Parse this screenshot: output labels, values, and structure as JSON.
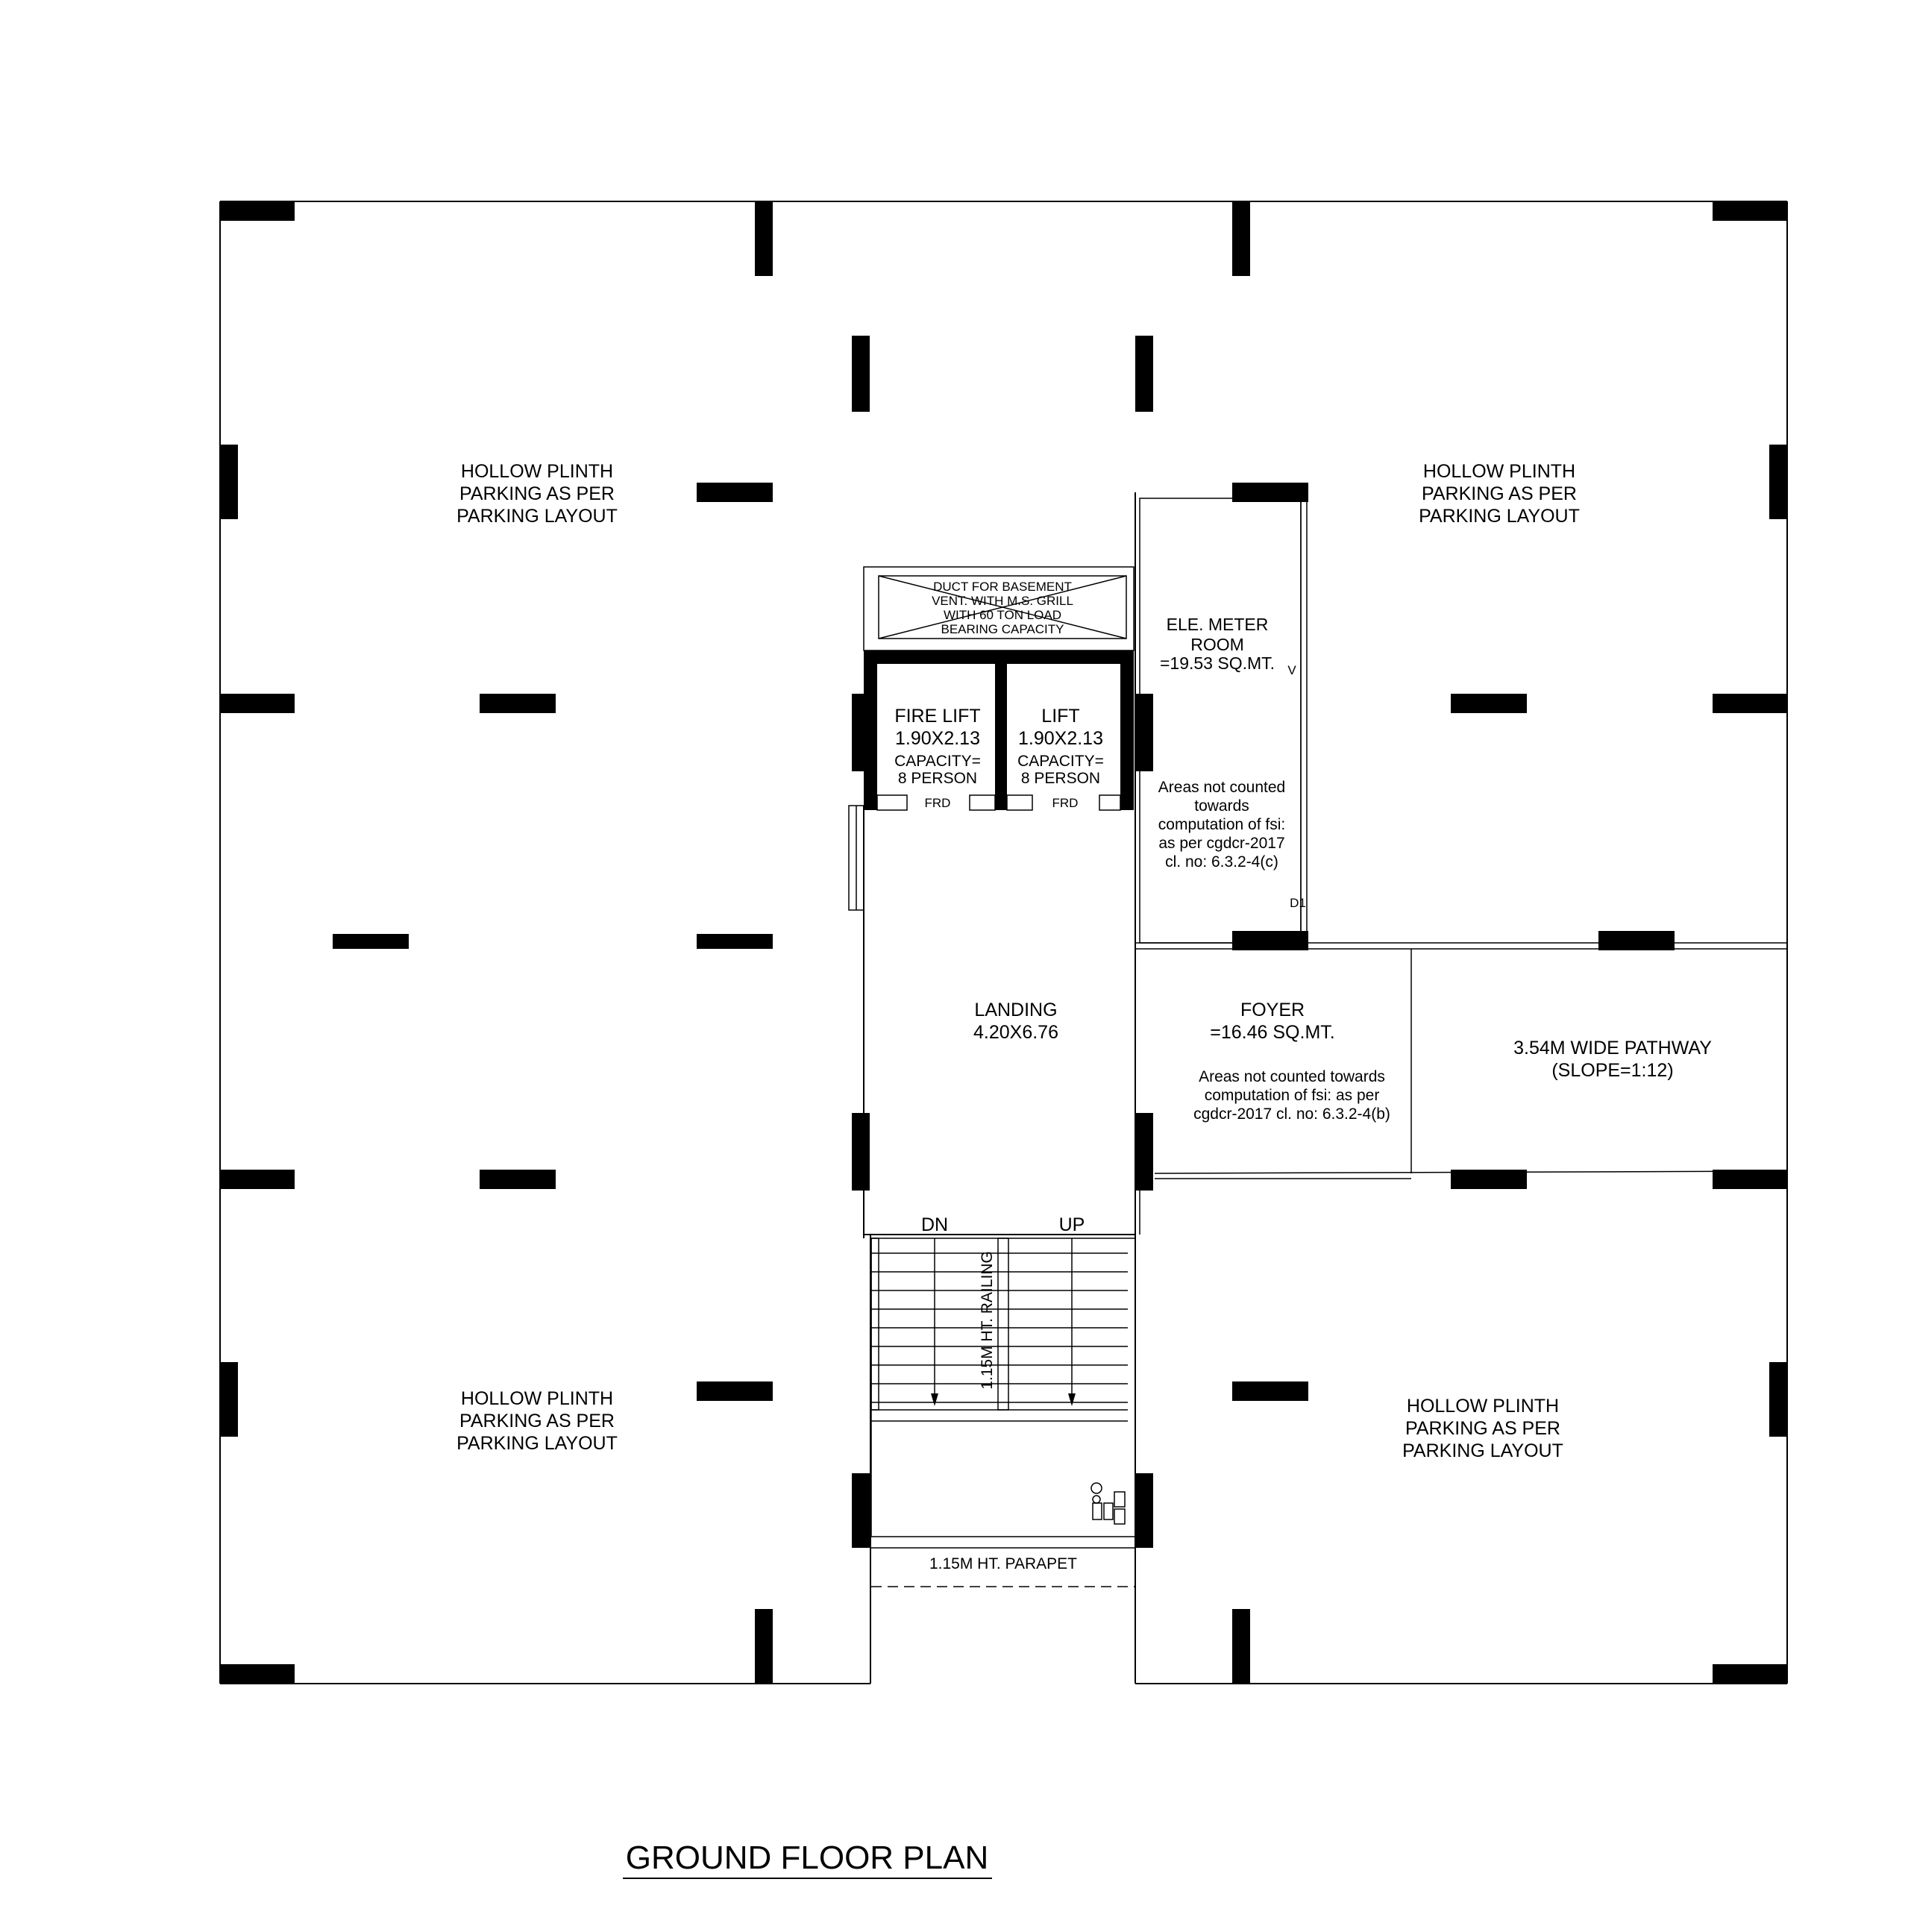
{
  "title": "GROUND FLOOR PLAN",
  "rooms": {
    "parking_tl": [
      "HOLLOW PLINTH",
      "PARKING AS PER",
      "PARKING LAYOUT"
    ],
    "parking_tr": [
      "HOLLOW PLINTH",
      "PARKING AS PER",
      "PARKING LAYOUT"
    ],
    "parking_bl": [
      "HOLLOW PLINTH",
      "PARKING AS PER",
      "PARKING LAYOUT"
    ],
    "parking_br": [
      "HOLLOW PLINTH",
      "PARKING AS PER",
      "PARKING LAYOUT"
    ],
    "duct": [
      "DUCT FOR BASEMENT",
      "VENT. WITH M.S. GRILL",
      "WITH 60 TON LOAD",
      "BEARING CAPACITY"
    ],
    "fire_lift": {
      "name": "FIRE LIFT",
      "size": "1.90X2.13",
      "cap1": "CAPACITY=",
      "cap2": "8 PERSON"
    },
    "lift": {
      "name": "LIFT",
      "size": "1.90X2.13",
      "cap1": "CAPACITY=",
      "cap2": "8 PERSON"
    },
    "frd_label": "FRD",
    "meter_room": [
      "ELE. METER",
      "ROOM",
      "=19.53 SQ.MT."
    ],
    "meter_note": [
      "Areas not counted",
      "towards",
      "computation of fsi:",
      "as per cgdcr-2017",
      "cl. no: 6.3.2-4(c)"
    ],
    "door_d1": "D1",
    "door_v": "V",
    "landing": [
      "LANDING",
      "4.20X6.76"
    ],
    "foyer": [
      "FOYER",
      "=16.46 SQ.MT."
    ],
    "foyer_note": [
      "Areas not counted towards",
      "computation of fsi: as per",
      "cgdcr-2017 cl. no: 6.3.2-4(b)"
    ],
    "pathway": [
      "3.54M WIDE PATHWAY",
      "(SLOPE=1:12)"
    ],
    "stair_dn": "DN",
    "stair_up": "UP",
    "railing": "1.15M HT. RAILING",
    "parapet": "1.15M HT. PARAPET"
  }
}
